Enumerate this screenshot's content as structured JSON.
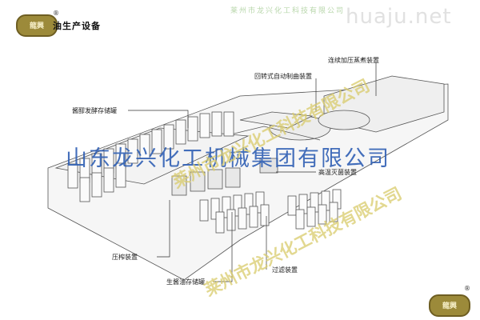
{
  "brand": {
    "logo_text": "龍興",
    "registered_mark": "®"
  },
  "title": "油生产设备",
  "labels": {
    "steam": "连续加压蒸煮装置",
    "koji": "回转式自动制曲装置",
    "ferment": "酱醪发酵存储罐",
    "sterilize": "高温灭菌装置",
    "press": "压榨装置",
    "filter": "过滤装置",
    "storage": "生酱油存储罐"
  },
  "watermarks": {
    "url": "huaju.net",
    "company_blue": "山东龙兴化工机械集团有限公司",
    "company_diag": "莱州市龙兴化工科技有限公司"
  }
}
